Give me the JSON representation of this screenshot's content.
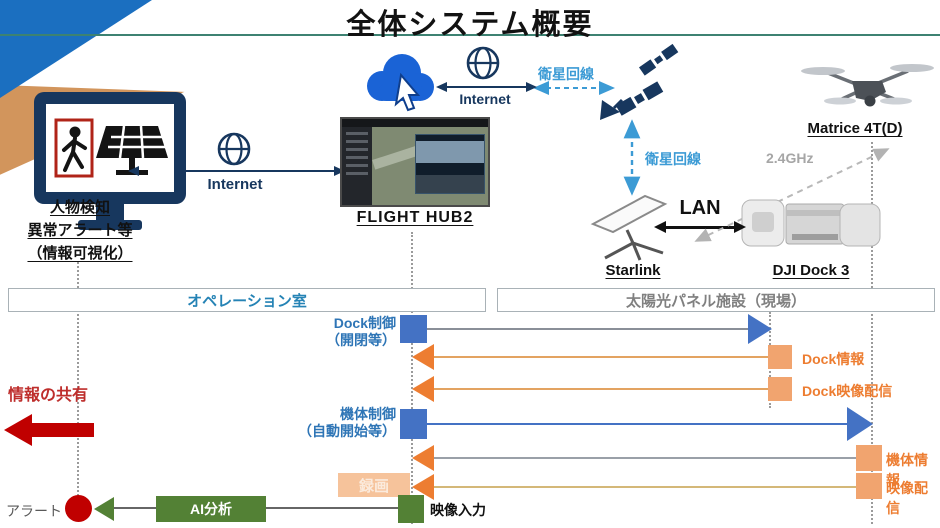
{
  "title": "全体システム概要",
  "monitor": {
    "captions": [
      "人物検知",
      "異常アラート等",
      "（情報可視化）"
    ]
  },
  "links": {
    "internet_left": "Internet",
    "internet_cloud": "Internet",
    "satellite_top": "衛星回線",
    "satellite_vertical": "衛星回線",
    "lan": "LAN",
    "wifi": "2.4GHz"
  },
  "nodes": {
    "flighthub": "FLIGHT HUB2",
    "starlink": "Starlink",
    "dock": "DJI Dock 3",
    "drone": "Matrice 4T(D)"
  },
  "zones": {
    "operation_room": "オペレーション室",
    "site": "太陽光パネル施設（現場）"
  },
  "flows": {
    "dock_control": {
      "label": "Dock制御",
      "sub": "（開閉等）"
    },
    "dock_info": "Dock情報",
    "dock_video": "Dock映像配信",
    "drone_control": {
      "label": "機体制御",
      "sub": "（自動開始等）"
    },
    "drone_info": "機体情報",
    "video_stream": "映像配信",
    "recording": "録画",
    "video_input": "映像入力",
    "ai_analysis": "AI分析",
    "alert": "アラート"
  },
  "share_info": "情報の共有",
  "colors": {
    "accent_blue": "#4472C4",
    "orange": "#ED7D31",
    "orange_fill": "#F1A46F",
    "green": "#538135",
    "red": "#C00000",
    "navy": "#17375E",
    "teal_underline": "#3D8272",
    "blue_label": "#2E75B6",
    "light_blue": "#3C9BD5",
    "gray_label": "#808080"
  }
}
